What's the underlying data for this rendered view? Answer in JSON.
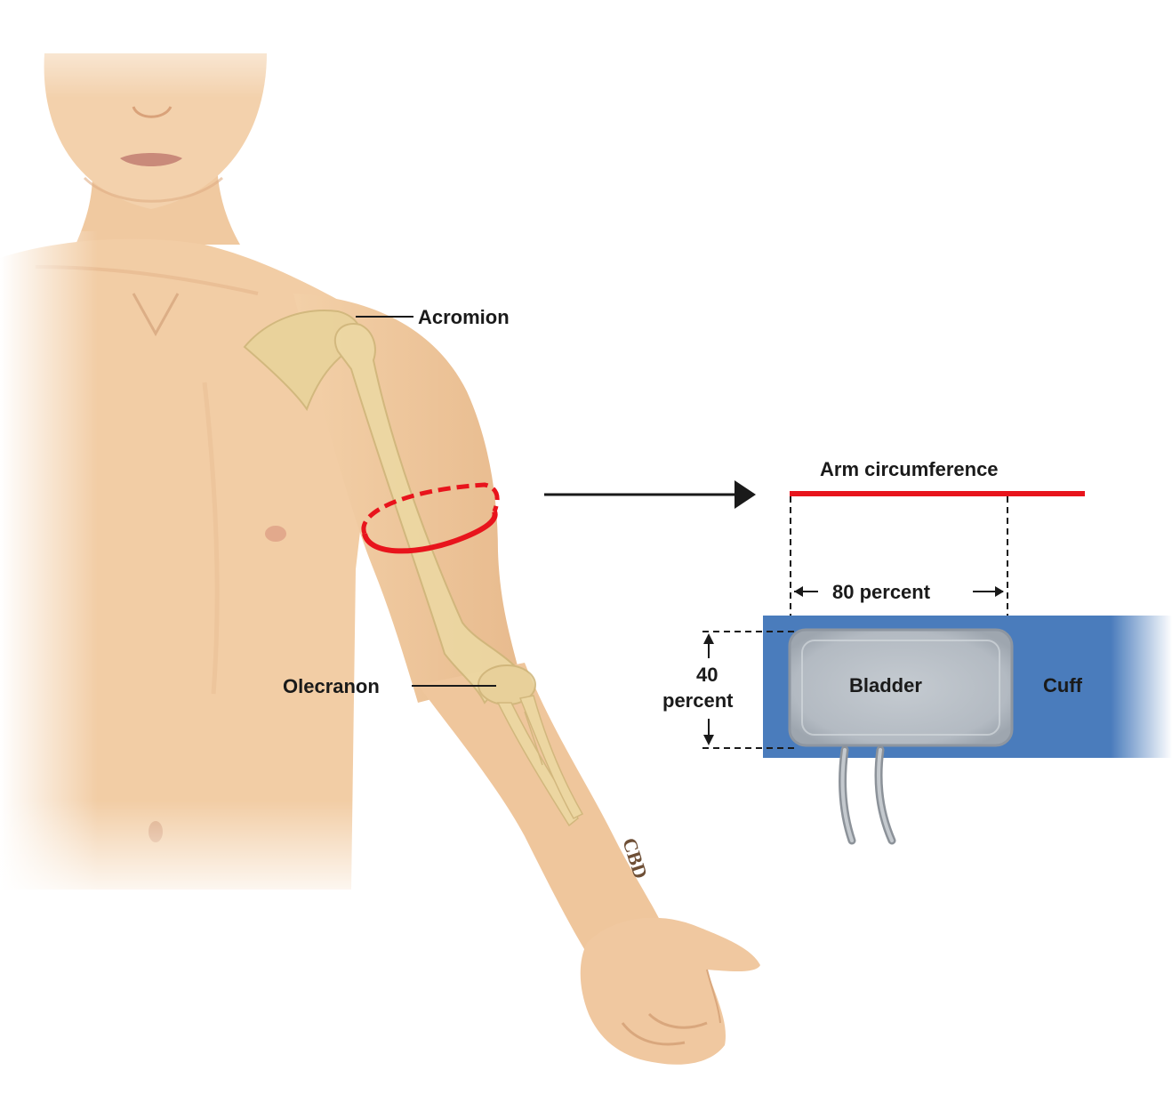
{
  "labels": {
    "acromion": "Acromion",
    "olecranon": "Olecranon",
    "arm_circumference": "Arm circumference",
    "eighty_percent": "80 percent",
    "forty": "40",
    "percent": "percent",
    "bladder": "Bladder",
    "cuff": "Cuff",
    "signature": "CBD"
  },
  "colors": {
    "skin": "#f1cda4",
    "skin_shadow": "#e2b084",
    "bone": "#ecd9a3",
    "measure_line": "#e8141c",
    "cuff": "#4a7cbc",
    "bladder": "#b7bec6",
    "tube": "#9aa0a6",
    "ink": "#1a1a1a"
  },
  "proportions": {
    "bladder_length_of_arm_circumference_percent": 80,
    "bladder_width_of_arm_circumference_percent": 40
  }
}
